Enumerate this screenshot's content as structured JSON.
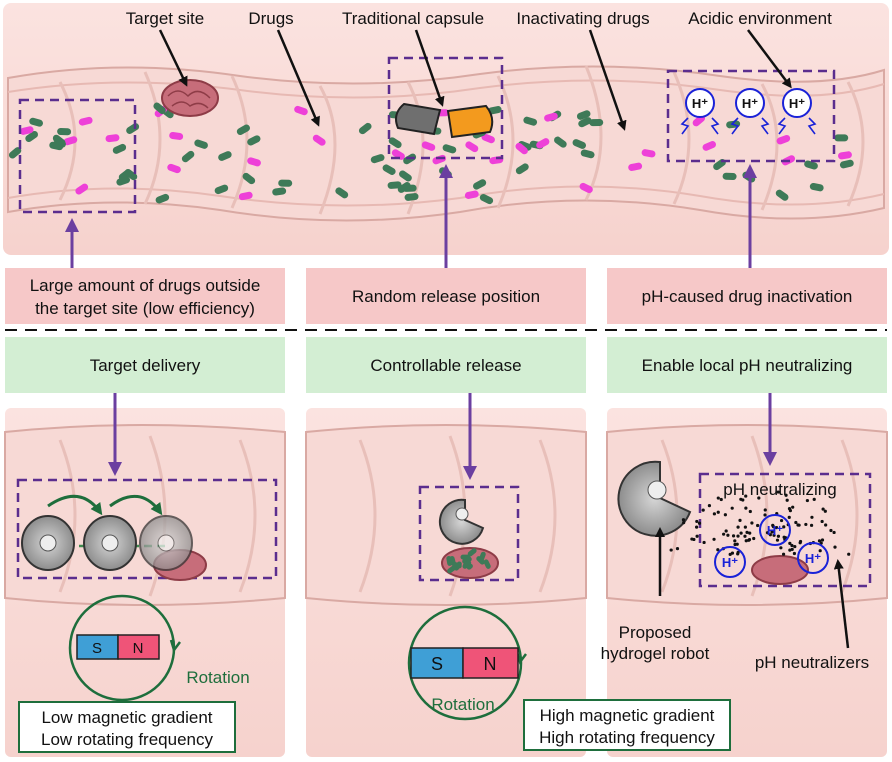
{
  "top_labels": {
    "target_site": "Target site",
    "drugs": "Drugs",
    "traditional_capsule": "Traditional capsule",
    "inactivating_drugs": "Inactivating drugs",
    "acidic_environment": "Acidic environment"
  },
  "problems": [
    {
      "line1": "Large amount of drugs outside",
      "line2": "the target site (low efficiency)"
    },
    {
      "line1": "Random release position",
      "line2": ""
    },
    {
      "line1": "pH-caused drug inactivation",
      "line2": ""
    }
  ],
  "solutions": [
    {
      "label": "Target delivery"
    },
    {
      "label": "Controllable release"
    },
    {
      "label": "Enable local pH neutralizing"
    }
  ],
  "ion_label": "H⁺",
  "magnet": {
    "south": "S",
    "north": "N"
  },
  "rotation_label": "Rotation",
  "gradient_low": {
    "line1": "Low magnetic gradient",
    "line2": "Low rotating frequency"
  },
  "gradient_high": {
    "line1": "High magnetic gradient",
    "line2": "High rotating frequency"
  },
  "bottom_labels": {
    "ph_neutralizing": "pH neutralizing",
    "robot_line1": "Proposed",
    "robot_line2": "hydrogel robot",
    "neutralizers": "pH neutralizers"
  },
  "colors": {
    "problem_box": "#f6c8c8",
    "solution_box": "#d3eed3",
    "dashed_frame": "#5b2d8e",
    "arrow_purple": "#6b3fa0",
    "drug_green": "#3e7a58",
    "drug_magenta": "#ee40d8",
    "capsule_orange": "#f39a1e",
    "capsule_gray": "#6f6f6f",
    "ion_blue": "#1a22d8",
    "rotation_green": "#1e6e3c",
    "magnet_south": "#3f9fd6",
    "magnet_north": "#ef5478"
  }
}
